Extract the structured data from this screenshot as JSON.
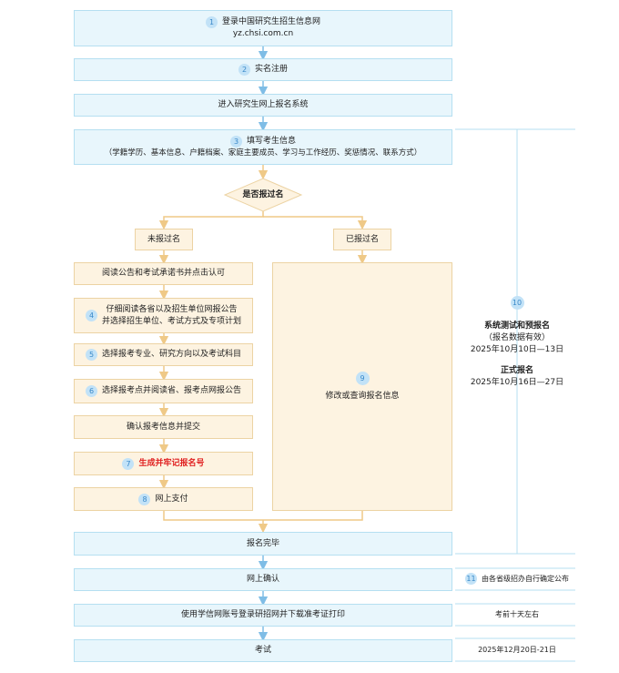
{
  "steps": {
    "s1": {
      "num": "1",
      "line1": "登录中国研究生招生信息网",
      "line2": "yz.chsi.com.cn"
    },
    "s2": {
      "num": "2",
      "label": "实名注册"
    },
    "s3": {
      "label": "进入研究生网上报名系统"
    },
    "s4": {
      "num": "3",
      "line1": "填写考生信息",
      "line2": "（学籍学历、基本信息、户籍档案、家庭主要成员、学习与工作经历、奖惩情况、联系方式）"
    },
    "decision": {
      "label": "是否报过名"
    },
    "not_registered": {
      "label": "未报过名"
    },
    "registered": {
      "label": "已报过名"
    },
    "l1": {
      "label": "阅读公告和考试承诺书并点击认可"
    },
    "l2": {
      "num": "4",
      "line1": "仔细阅读各省以及招生单位网报公告",
      "line2": "并选择招生单位、考试方式及专项计划"
    },
    "l3": {
      "num": "5",
      "label": "选择报考专业、研究方向以及考试科目"
    },
    "l4": {
      "num": "6",
      "label": "选择报考点并阅读省、报考点网报公告"
    },
    "l5": {
      "label": "确认报考信息并提交"
    },
    "l6": {
      "num": "7",
      "label": "生成并牢记报名号"
    },
    "l7": {
      "num": "8",
      "label": "网上支付"
    },
    "r1": {
      "num": "9",
      "label": "修改或查询报名信息"
    },
    "done": {
      "label": "报名完毕"
    },
    "confirm": {
      "label": "网上确认"
    },
    "print": {
      "label": "使用学信网账号登录研招网并下载准考证打印"
    },
    "exam": {
      "label": "考试"
    }
  },
  "side": {
    "num10": "10",
    "test_title": "系统测试和预报名",
    "test_note": "（报名数据有效）",
    "test_dates": "2025年10月10日—13日",
    "formal_title": "正式报名",
    "formal_dates": "2025年10月16日—27日",
    "num11": "11",
    "confirm_note": "由各省级招办自行确定公布",
    "print_note": "考前十天左右",
    "exam_dates": "2025年12月20日-21日"
  },
  "colors": {
    "blue_fill": "#e8f6fc",
    "blue_border": "#b5dff1",
    "cream_fill": "#fdf3e1",
    "cream_border": "#ecd3a3",
    "blue_arrow": "#7fbde6",
    "orange_arrow": "#efc987",
    "highlight_red": "#e02020"
  }
}
